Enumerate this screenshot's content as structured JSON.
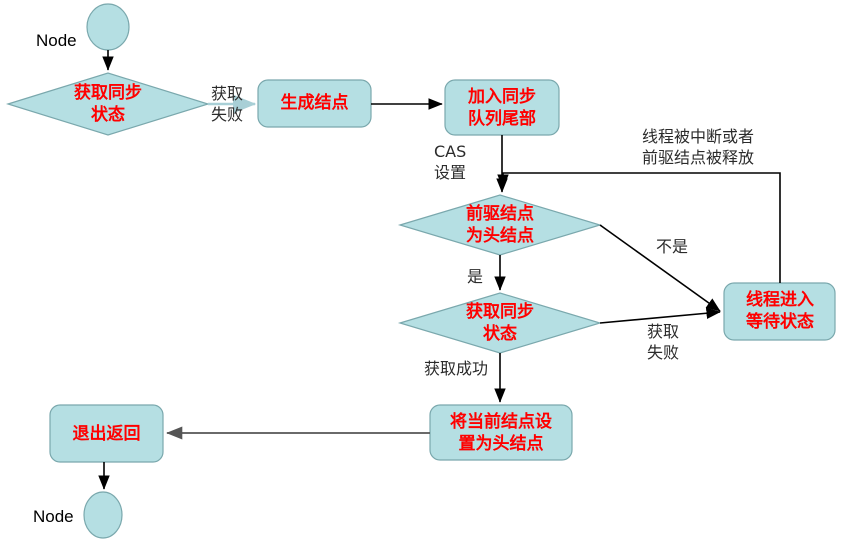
{
  "diagram": {
    "title": "AQS acquire flowchart",
    "colors": {
      "shape_fill": "#b5dfe3",
      "shape_stroke": "#7aa8ad",
      "label_red": "#ff0000",
      "edge_black": "#000000",
      "edge_gray": "#555555",
      "edge_light": "#a8cfd6",
      "background": "#ffffff"
    },
    "terminals": [
      {
        "id": "start-node",
        "label": "Node",
        "shape": "ellipse"
      },
      {
        "id": "end-node",
        "label": "Node",
        "shape": "ellipse"
      }
    ],
    "decisions": [
      {
        "id": "decision-acquire-state-1",
        "label": "获取同步\n状态",
        "shape": "diamond"
      },
      {
        "id": "decision-pred-is-head",
        "label": "前驱结点\n为头结点",
        "shape": "diamond"
      },
      {
        "id": "decision-acquire-state-2",
        "label": "获取同步\n状态",
        "shape": "diamond"
      }
    ],
    "processes": [
      {
        "id": "process-create-node",
        "label": "生成结点",
        "shape": "rounded-rect"
      },
      {
        "id": "process-enqueue-tail",
        "label": "加入同步\n队列尾部",
        "shape": "rounded-rect"
      },
      {
        "id": "process-thread-wait",
        "label": "线程进入\n等待状态",
        "shape": "rounded-rect"
      },
      {
        "id": "process-set-head",
        "label": "将当前结点设\n置为头结点",
        "shape": "rounded-rect"
      },
      {
        "id": "process-exit-return",
        "label": "退出返回",
        "shape": "rounded-rect"
      }
    ],
    "edge_labels": [
      {
        "id": "edge-label-acquire-fail-1",
        "text": "获取\n失败"
      },
      {
        "id": "edge-label-cas-set",
        "text": "CAS\n设置"
      },
      {
        "id": "edge-label-interrupted-or-released",
        "text": "线程被中断或者\n前驱结点被释放"
      },
      {
        "id": "edge-label-not-yes",
        "text": "不是"
      },
      {
        "id": "edge-label-yes",
        "text": "是"
      },
      {
        "id": "edge-label-acquire-fail-2",
        "text": "获取\n失败"
      },
      {
        "id": "edge-label-acquire-success",
        "text": "获取成功"
      }
    ]
  }
}
